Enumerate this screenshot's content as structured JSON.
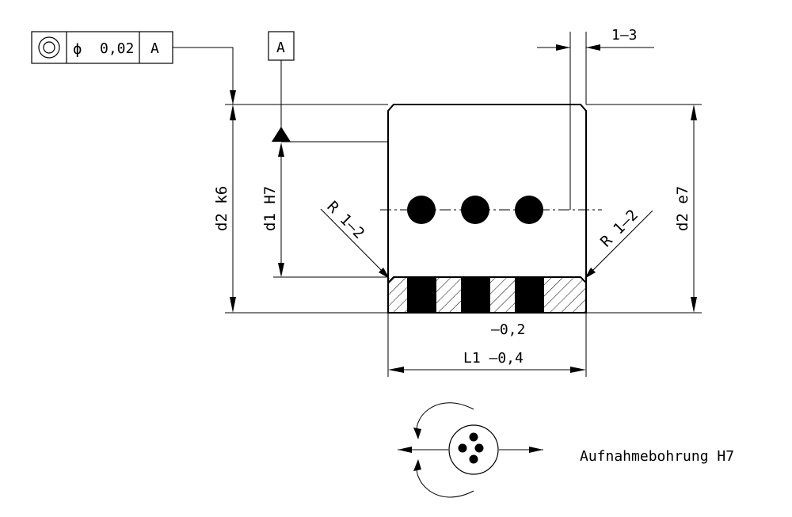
{
  "feature_control_frame": {
    "symbol": "concentricity-icon",
    "diameter_symbol": "ϕ",
    "tolerance": "0,02",
    "datum": "A"
  },
  "datum_box": {
    "label": "A"
  },
  "dimensions": {
    "d2_k6": "d2 k6",
    "d1_h7": "d1 H7",
    "d2_e7": "d2 e7",
    "r_left": "R 1–2",
    "r_right": "R 1–2",
    "chamfer": "1–3",
    "tol_upper": "–0,2",
    "length": "L1 –0,4"
  },
  "caption": "Aufnahmebohrung H7"
}
